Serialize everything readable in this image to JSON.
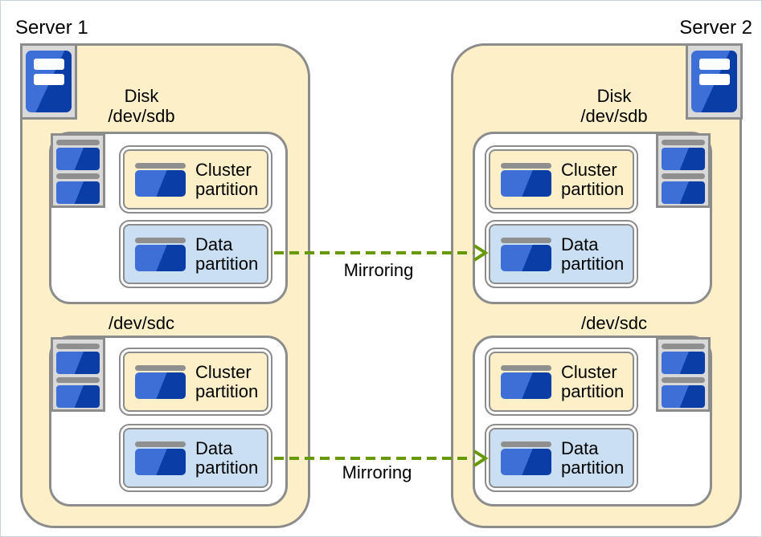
{
  "colors": {
    "cream": "#fdefc8",
    "light_blue": "#cbdff2",
    "border_gray": "#8c8c8c",
    "icon_gray": "#d9d9d9",
    "blue_light": "#3d6fd6",
    "blue_dark": "#0b3da6",
    "arrow_green": "#669900"
  },
  "servers": [
    {
      "name": "Server 1",
      "disks": [
        {
          "title_top": "Disk",
          "title_bottom": "/dev/sdb",
          "partitions": [
            {
              "label": "Cluster partition",
              "type": "cluster"
            },
            {
              "label": "Data partition",
              "type": "data"
            }
          ]
        },
        {
          "title_bottom": "/dev/sdc",
          "partitions": [
            {
              "label": "Cluster partition",
              "type": "cluster"
            },
            {
              "label": "Data partition",
              "type": "data"
            }
          ]
        }
      ]
    },
    {
      "name": "Server 2",
      "disks": [
        {
          "title_top": "Disk",
          "title_bottom": "/dev/sdb",
          "partitions": [
            {
              "label": "Cluster partition",
              "type": "cluster"
            },
            {
              "label": "Data partition",
              "type": "data"
            }
          ]
        },
        {
          "title_bottom": "/dev/sdc",
          "partitions": [
            {
              "label": "Cluster partition",
              "type": "cluster"
            },
            {
              "label": "Data partition",
              "type": "data"
            }
          ]
        }
      ]
    }
  ],
  "arrows": [
    {
      "label": "Mirroring"
    },
    {
      "label": "Mirroring"
    }
  ]
}
